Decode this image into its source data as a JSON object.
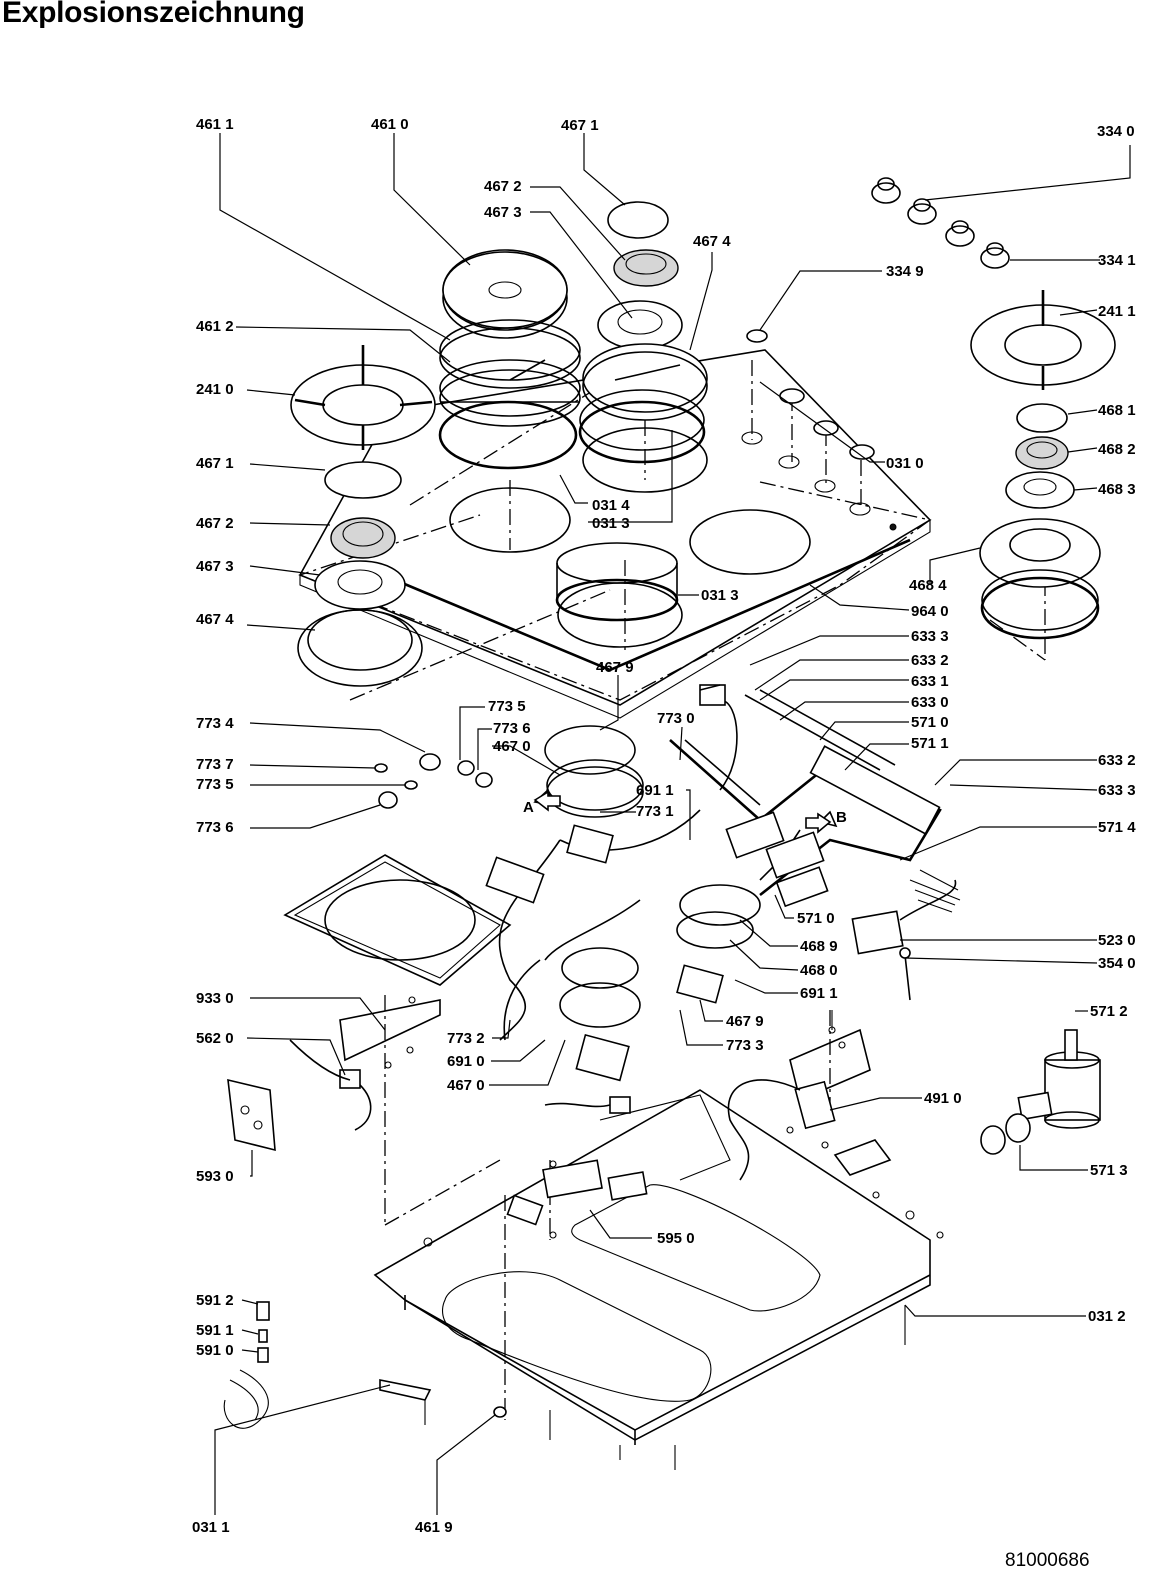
{
  "title": "Explosionszeichnung",
  "document_code": "81000686",
  "direction_marks": {
    "a": "A",
    "b": "B"
  },
  "part_labels": [
    "461 1",
    "461 0",
    "467 1",
    "334 0",
    "467 2",
    "467 3",
    "467 4",
    "334 1",
    "334 9",
    "241 1",
    "461 2",
    "241 0",
    "468 1",
    "468 2",
    "468 3",
    "467 1",
    "031 0",
    "467 2",
    "031 4",
    "031 3",
    "467 3",
    "468 4",
    "031 3",
    "964 0",
    "467 4",
    "633 3",
    "633 2",
    "633 1",
    "633 0",
    "571 0",
    "571 1",
    "467 9",
    "773 5",
    "773 6",
    "467 0",
    "773 0",
    "773 4",
    "773 7",
    "773 5",
    "773 6",
    "691 1",
    "773 1",
    "633 2",
    "633 3",
    "571 4",
    "571 0",
    "468 9",
    "468 0",
    "523 0",
    "354 0",
    "691 1",
    "933 0",
    "562 0",
    "773 2",
    "691 0",
    "467 0",
    "467 9",
    "773 3",
    "571 2",
    "491 0",
    "571 3",
    "593 0",
    "595 0",
    "591 2",
    "591 1",
    "591 0",
    "031 2",
    "031 1",
    "461 9"
  ]
}
